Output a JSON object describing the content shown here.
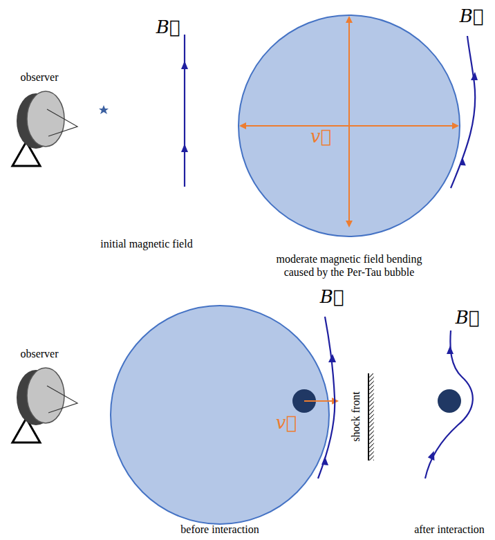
{
  "diagram": {
    "labels": [
      "observer",
      "B⃗",
      "B⃗",
      "v⃗",
      "initial magnetic field",
      "moderate magnetic field bending caused by the Per-Tau bubble",
      "observer",
      "B⃗",
      "v⃗",
      "shock front",
      "B⃗",
      "before interaction",
      "after interaction"
    ]
  }
}
